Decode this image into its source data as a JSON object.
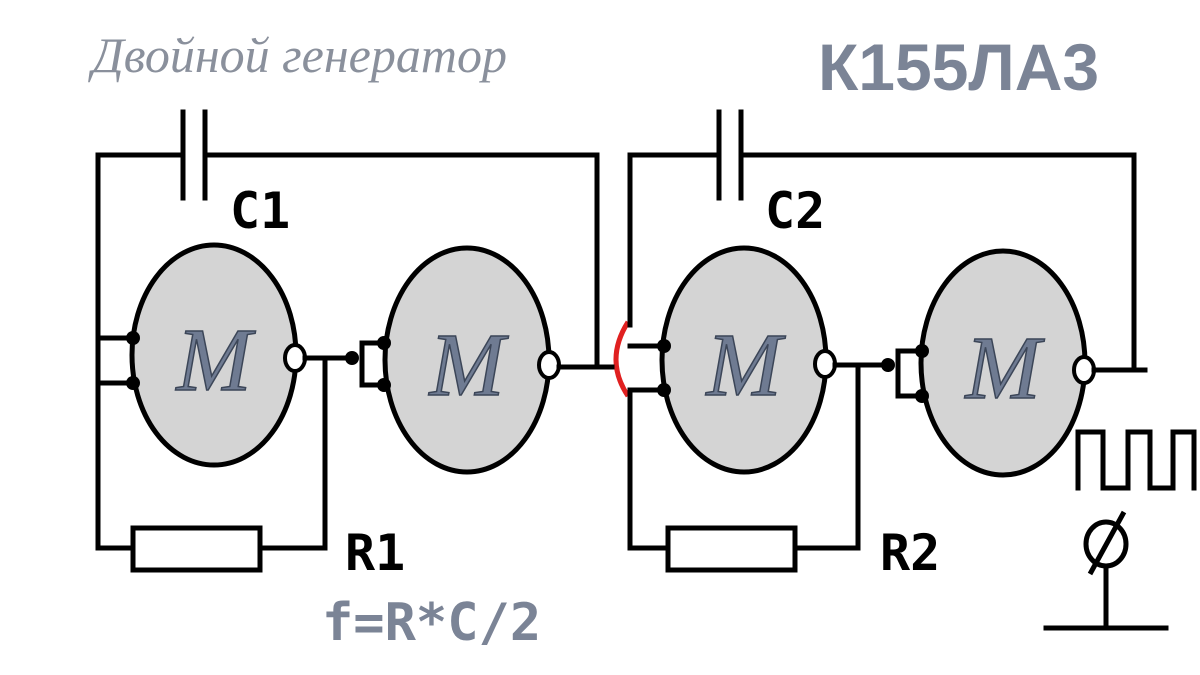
{
  "title": "Двойной генератор",
  "chip": "К155ЛА3",
  "formula": "f=R*C/2",
  "labels": {
    "c1": "C1",
    "c2": "C2",
    "r1": "R1",
    "r2": "R2"
  },
  "gate_logo": "M",
  "gate_count": 4,
  "colors": {
    "text_accent": "#7b8496",
    "gate_fill": "#d4d4d4",
    "jumper": "#e02020",
    "wire": "#000000"
  },
  "icons": [
    "capacitor-icon",
    "resistor-icon",
    "square-wave-icon",
    "oscilloscope-probe-icon"
  ]
}
